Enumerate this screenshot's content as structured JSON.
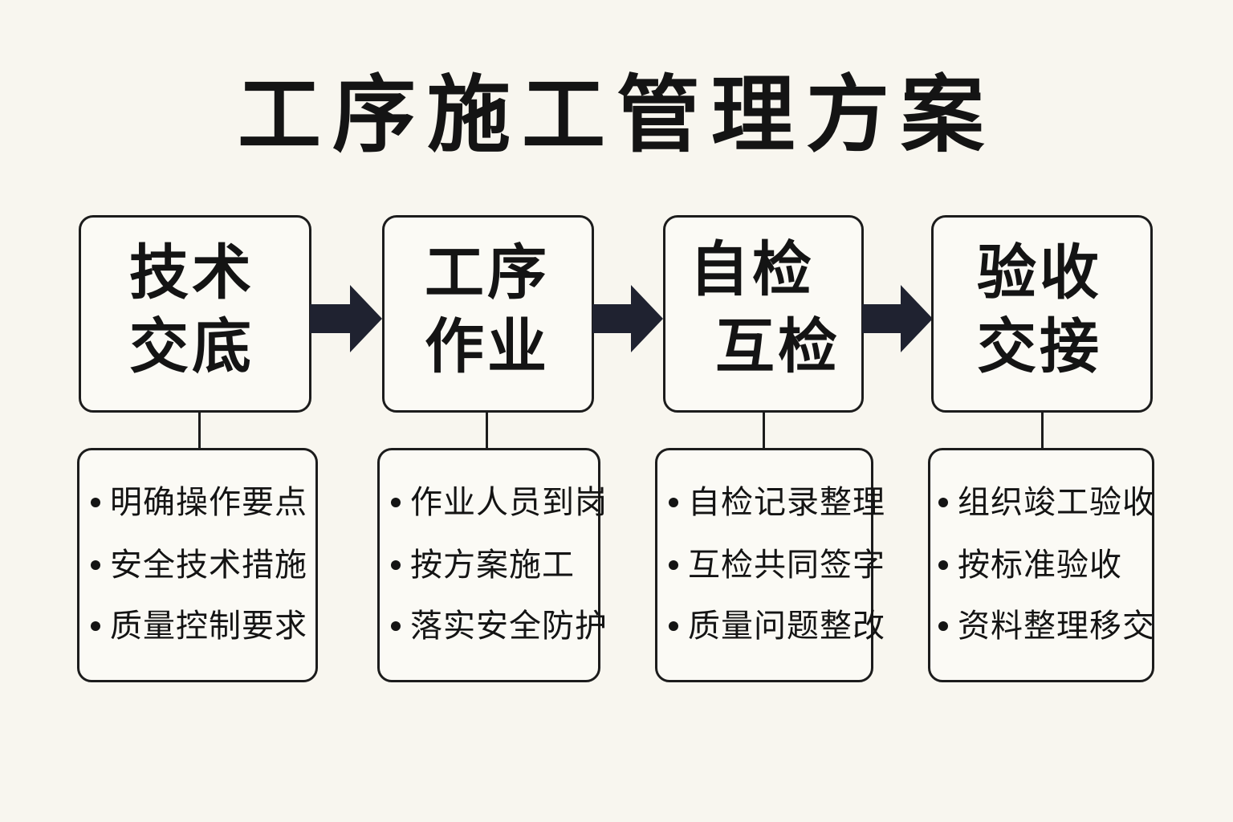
{
  "title": "工序施工管理方案",
  "stages": [
    {
      "line1": "技术",
      "line2": "交底",
      "items": [
        "明确操作要点",
        "安全技术措施",
        "质量控制要求"
      ]
    },
    {
      "line1": "工序",
      "line2": "作业",
      "items": [
        "作业人员到岗",
        "按方案施工",
        "落实安全防护"
      ]
    },
    {
      "line1": "自检",
      "line2": "互检",
      "items": [
        "自检记录整理",
        "互检共同签字",
        "质量问题整改"
      ]
    },
    {
      "line1": "验收",
      "line2": "交接",
      "items": [
        "组织竣工验收",
        "按标准验收",
        "资料整理移交"
      ]
    }
  ],
  "colors": {
    "background": "#f8f6ef",
    "border": "#1c1c1c",
    "arrow": "#1f2230",
    "text": "#141414"
  }
}
